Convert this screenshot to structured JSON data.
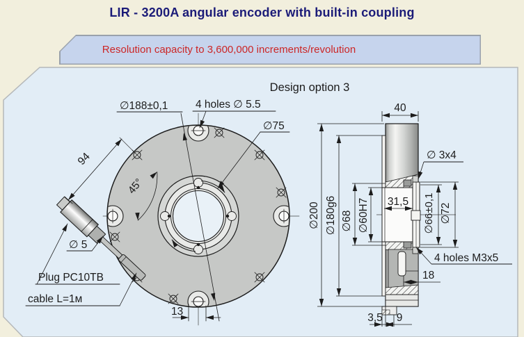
{
  "header": {
    "title": "LIR - 3200A angular encoder with built-in coupling",
    "banner": "Resolution capacity to 3,600,000 increments/revolution",
    "design_option": "Design option 3"
  },
  "front": {
    "dia_bolt_circle": "∅188±0,1",
    "holes_label": "4 holes ∅ 5.5",
    "dia_hub": "∅75",
    "dim_plug": "94",
    "angle": "45°",
    "dia_cable": "∅ 5",
    "plug_label": "Plug PC10TB",
    "cable_label": "cable L=1м",
    "dim_lug": "13"
  },
  "side": {
    "depth": "40",
    "dia_pin": "∅ 3x4",
    "dia_outer": "∅200",
    "dia_fit": "∅180g6",
    "dia_boss": "∅68",
    "dia_bore": "∅60H7",
    "bore_depth": "31,5",
    "dia_coupling": "∅66±0,1",
    "dia_plate": "∅72",
    "holes_label": "4 holes M3x5",
    "slot_depth": "18",
    "pilot_depth": "3,5",
    "exit_width": "9"
  },
  "colors": {
    "page_bg": "#f2efdd",
    "panel_bg": "#e2edf6",
    "panel_border": "#b5b8ba",
    "title_text": "#1b1b78",
    "banner_bg": "#c6d4ed",
    "banner_border": "#99a1ab",
    "banner_text": "#cc2626",
    "line": "#1c1c1c",
    "disc_gray": "#c6c8c6",
    "hub_light": "#e9eae8"
  }
}
